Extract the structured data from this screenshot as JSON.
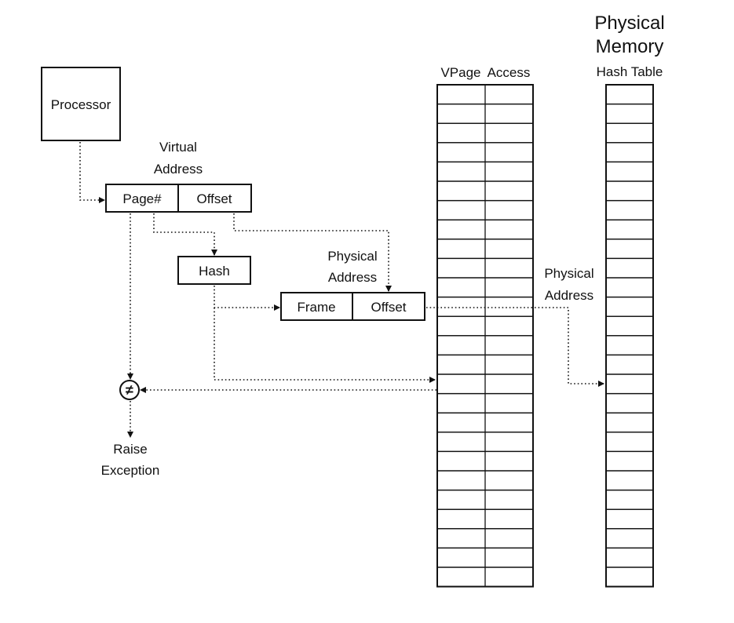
{
  "labels": {
    "processor": "Processor",
    "virtual_address_line1": "Virtual",
    "virtual_address_line2": "Address",
    "page_num": "Page#",
    "offset": "Offset",
    "hash": "Hash",
    "physical_address_line1": "Physical",
    "physical_address_line2": "Address",
    "frame": "Frame",
    "frame_offset": "Offset",
    "physical_address_right_line1": "Physical",
    "physical_address_right_line2": "Address",
    "vpage": "VPage",
    "access": "Access",
    "physical_memory_line1": "Physical",
    "physical_memory_line2": "Memory",
    "hash_table": "Hash Table",
    "not_equal": "≠",
    "raise_line1": "Raise",
    "exception_line2": "Exception"
  },
  "colors": {
    "stroke": "#111111",
    "light_fill": "#d4d4d4",
    "medium_fill": "#8f8f8f",
    "dark_fill": "#6e6e6e"
  },
  "hash_table": {
    "row_count": 26,
    "highlight_rows": [
      {
        "index": 2,
        "shade": "light"
      },
      {
        "index": 15,
        "shade": "medium"
      },
      {
        "index": 22,
        "shade": "dark"
      }
    ]
  },
  "physical_memory": {
    "row_count": 26,
    "highlight_rows": [
      {
        "index": 2,
        "shade": "light"
      },
      {
        "index": 15,
        "shade": "medium"
      },
      {
        "index": 22,
        "shade": "dark"
      }
    ]
  }
}
